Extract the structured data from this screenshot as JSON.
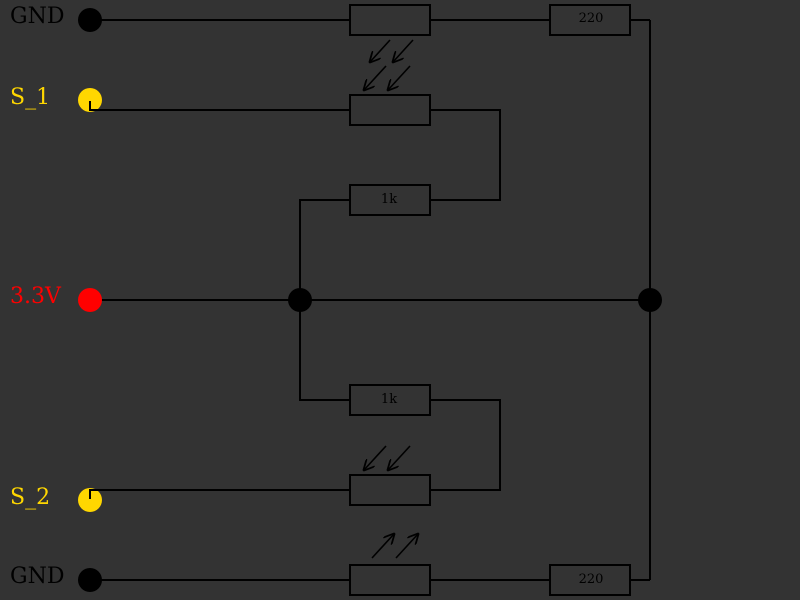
{
  "labels": {
    "gnd_top": "GND",
    "s1": "S_1",
    "v33": "3.3V",
    "s2": "S_2",
    "gnd_bottom": "GND"
  },
  "resistors": {
    "r_top": "220",
    "r_bottom": "220",
    "r_1k_top": "1k",
    "r_1k_bottom": "1k"
  },
  "colors": {
    "background": "#333333",
    "wire": "#000000",
    "gnd_terminal": "#000000",
    "signal_terminal": "#FFD700",
    "power_terminal": "#FF0000",
    "gnd_text": "#000000",
    "signal_text": "#FFD700",
    "power_text": "#FF0000"
  }
}
